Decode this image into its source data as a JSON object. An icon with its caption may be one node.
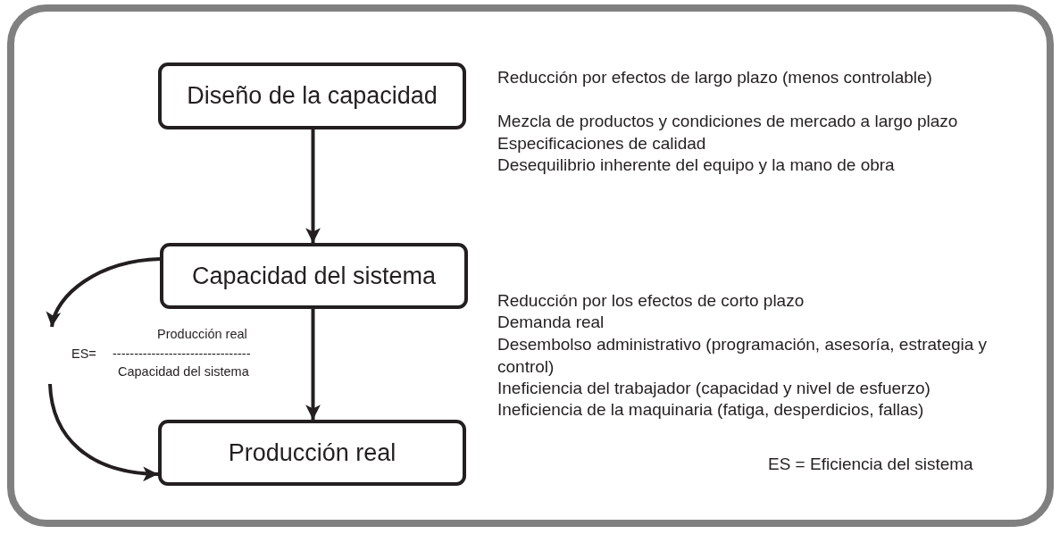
{
  "diagram": {
    "nodes": [
      {
        "text": [
          "Diseño de la capacidad"
        ]
      },
      {
        "text": [
          "Capacidad del sistema"
        ]
      },
      {
        "text": [
          "Producción real"
        ]
      },
      {
        "text": [
          "ES=",
          "Producción real",
          "--------------------------------",
          "Capacidad del sistema"
        ]
      }
    ],
    "edges": [
      {
        "from": 0,
        "to": 1,
        "arrow": "to"
      },
      {
        "from": 1,
        "to": 2,
        "arrow": "to"
      },
      {
        "from": 1,
        "to": 3,
        "arrow": "to"
      },
      {
        "from": 3,
        "to": 2,
        "arrow": "to"
      }
    ],
    "labels": [
      "Reducción por efectos de largo plazo (menos controlable)",
      "Mezcla de productos y condiciones de mercado a largo plazo",
      "Especificaciones de calidad",
      "Desequilibrio inherente del equipo y la mano de obra",
      "Reducción por los efectos de corto plazo",
      "Demanda real",
      "Desembolso administrativo (programación, asesoría, estrategia y control)",
      "Ineficiencia del trabajador (capacidad y nivel de esfuerzo)",
      "Ineficiencia de la maquinaria (fatiga, desperdicios, fallas)",
      "ES = Eficiencia del sistema"
    ]
  }
}
